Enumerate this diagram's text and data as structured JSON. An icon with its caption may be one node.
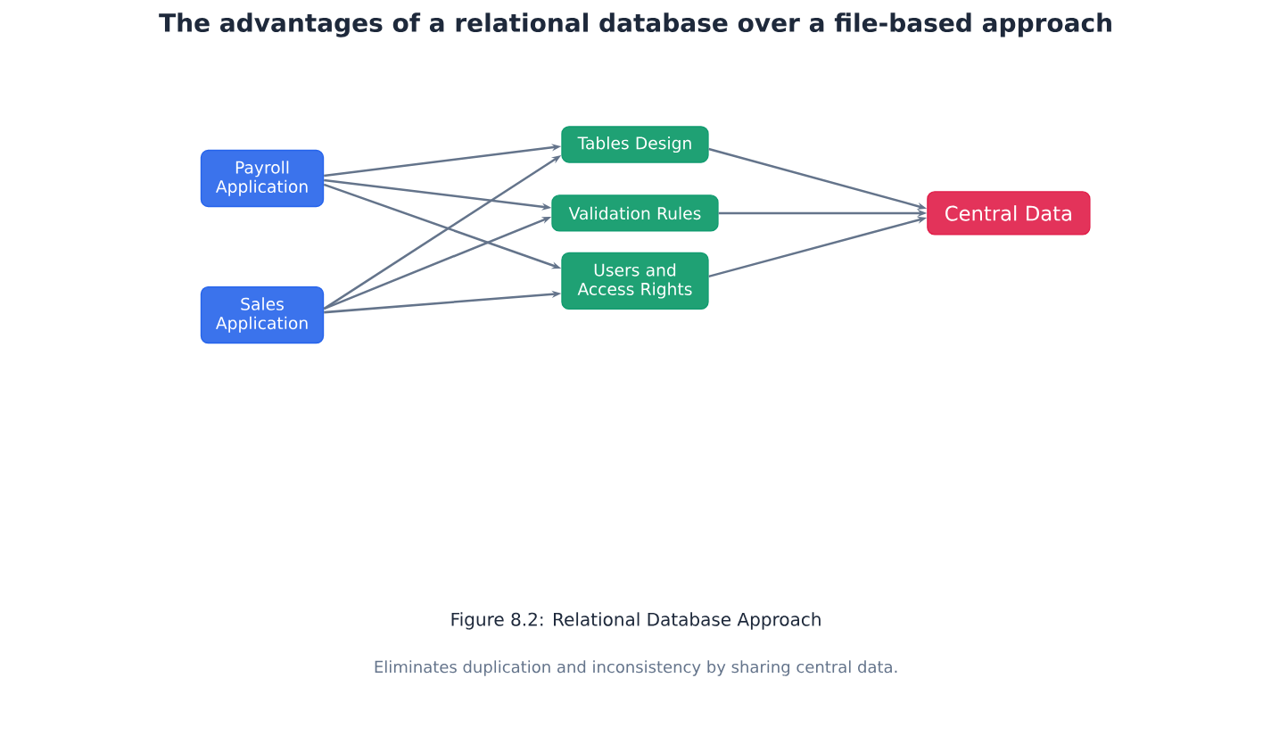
{
  "diagram": {
    "title": "The advantages of a relational database over a file-based approach",
    "caption": "Figure 8.2: Relational Database Approach",
    "nodes": [
      {
        "text": [
          "Payroll Application"
        ]
      },
      {
        "text": [
          "Sales Application"
        ]
      },
      {
        "text": [
          "Tables Design"
        ]
      },
      {
        "text": [
          "Validation Rules"
        ]
      },
      {
        "text": [
          "Users and Access Rights"
        ]
      },
      {
        "text": [
          "Central Data"
        ]
      }
    ],
    "edges": [
      {
        "from": 0,
        "to": 2,
        "arrow": "to"
      },
      {
        "from": 0,
        "to": 3,
        "arrow": "to"
      },
      {
        "from": 0,
        "to": 4,
        "arrow": "to"
      },
      {
        "from": 1,
        "to": 2,
        "arrow": "to"
      },
      {
        "from": 1,
        "to": 3,
        "arrow": "to"
      },
      {
        "from": 1,
        "to": 4,
        "arrow": "to"
      },
      {
        "from": 2,
        "to": 5,
        "arrow": "to"
      },
      {
        "from": 3,
        "to": 5,
        "arrow": "to"
      },
      {
        "from": 4,
        "to": 5,
        "arrow": "to"
      }
    ],
    "labels": [
      "Eliminates duplication and inconsistency by sharing central data."
    ]
  }
}
